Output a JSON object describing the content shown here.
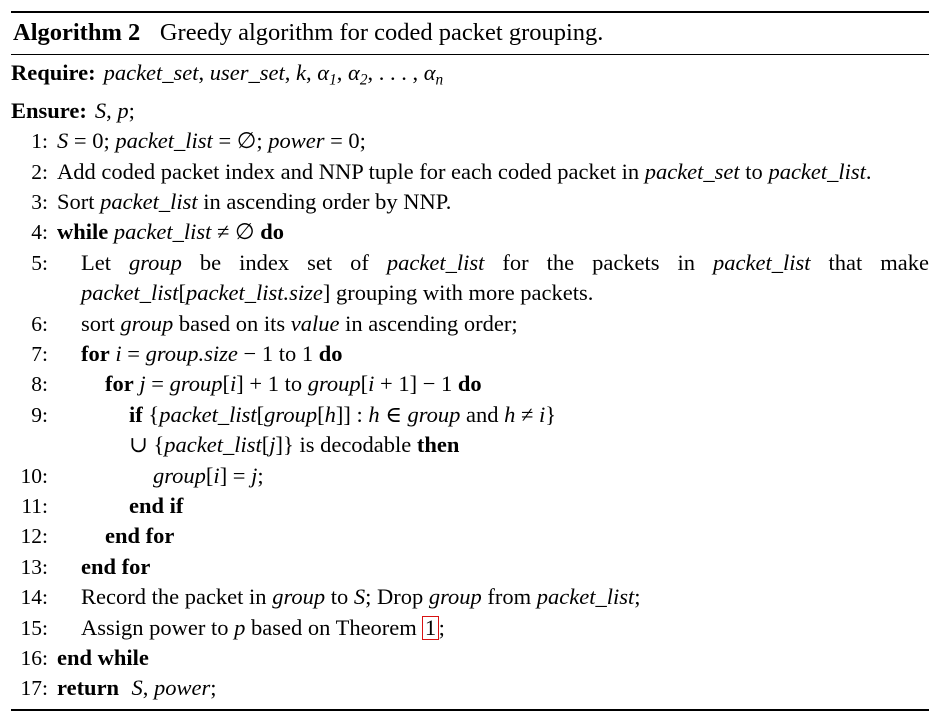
{
  "algorithm": {
    "label": "Algorithm 2",
    "title": "Greedy algorithm for coded packet grouping.",
    "require_keyword": "Require:",
    "require_text": "packet_set, user_set, k, α₁, α₂, . . . , αₙ",
    "ensure_keyword": "Ensure:",
    "ensure_text": "S, p;",
    "reference_link": "1",
    "reference_color": "#d81212",
    "lines": [
      {
        "number": "1:",
        "indent": 0,
        "text": "S = 0; packet_list = ∅; power = 0;"
      },
      {
        "number": "2:",
        "indent": 0,
        "text": "Add coded packet index and NNP tuple for each coded packet in packet_set to packet_list."
      },
      {
        "number": "3:",
        "indent": 0,
        "text": "Sort packet_list in ascending order by NNP."
      },
      {
        "number": "4:",
        "indent": 0,
        "text": "while packet_list ≠ ∅ do"
      },
      {
        "number": "5:",
        "indent": 1,
        "text": "Let group be index set of packet_list for the packets in packet_list that make packet_list[packet_list.size] grouping with more packets."
      },
      {
        "number": "6:",
        "indent": 1,
        "text": "sort group based on its value in ascending order;"
      },
      {
        "number": "7:",
        "indent": 1,
        "text": "for i = group.size − 1 to 1 do"
      },
      {
        "number": "8:",
        "indent": 2,
        "text": "for j = group[i] + 1 to group[i + 1] − 1 do"
      },
      {
        "number": "9:",
        "indent": 3,
        "text": "if {packet_list[group[h]] : h ∈ group and h ≠ i} ∪ {packet_list[j]} is decodable then"
      },
      {
        "number": "10:",
        "indent": 4,
        "text": "group[i] = j;"
      },
      {
        "number": "11:",
        "indent": 3,
        "text": "end if"
      },
      {
        "number": "12:",
        "indent": 2,
        "text": "end for"
      },
      {
        "number": "13:",
        "indent": 1,
        "text": "end for"
      },
      {
        "number": "14:",
        "indent": 1,
        "text": "Record the packet in group to S; Drop group from packet_list;"
      },
      {
        "number": "15:",
        "indent": 1,
        "text": "Assign power to p based on Theorem 1;"
      },
      {
        "number": "16:",
        "indent": 0,
        "text": "end while"
      },
      {
        "number": "17:",
        "indent": 0,
        "text": "return S, power;"
      }
    ]
  }
}
